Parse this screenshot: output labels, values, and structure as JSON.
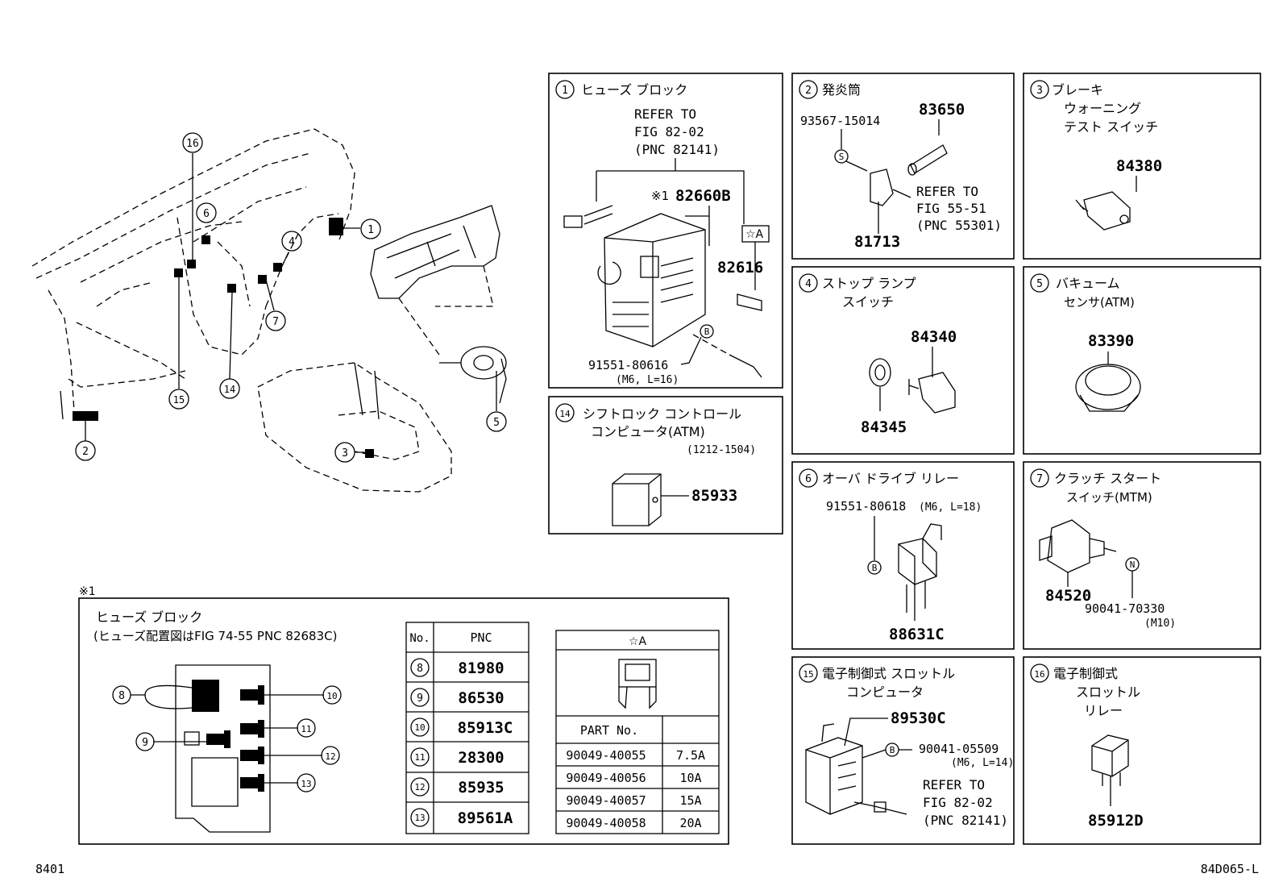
{
  "page": {
    "code_left": "8401",
    "code_right": "84D065-L"
  },
  "overview": {
    "callouts": [
      "16",
      "6",
      "4",
      "1",
      "7",
      "14",
      "15",
      "2",
      "3",
      "5"
    ]
  },
  "p1": {
    "num": "1",
    "title": "ヒューズ ブロック",
    "refer": [
      "REFER TO",
      "FIG 82-02",
      "(PNC 82141)"
    ],
    "note_mark": "※1",
    "pnc_main": "82660B",
    "star": "☆A",
    "pnc_fuse": "82616",
    "b_mark": "B",
    "bolt": "91551-80616",
    "bolt_spec": "(M6, L=16)"
  },
  "p2": {
    "num": "2",
    "title": "発炎筒",
    "bolt": "93567-15014",
    "s_mark": "S",
    "pnc_a": "83650",
    "refer": [
      "REFER TO",
      "FIG 55-51",
      "(PNC 55301)"
    ],
    "pnc_b": "81713"
  },
  "p3": {
    "num": "3",
    "title": [
      "ブレーキ",
      "ウォーニング",
      "テスト スイッチ"
    ],
    "pnc": "84380"
  },
  "p4": {
    "num": "4",
    "title": [
      "ストップ ランプ",
      "スイッチ"
    ],
    "pnc_a": "84340",
    "pnc_b": "84345"
  },
  "p5": {
    "num": "5",
    "title": [
      "バキューム",
      "センサ(ATM)"
    ],
    "pnc": "83390"
  },
  "p6": {
    "num": "6",
    "title": "オーバ ドライブ リレー",
    "bolt": "91551-80618",
    "bolt_spec": "(M6, L=18)",
    "b_mark": "B",
    "pnc": "88631C"
  },
  "p7": {
    "num": "7",
    "title": [
      "クラッチ スタート",
      "スイッチ(MTM)"
    ],
    "pnc": "84520",
    "n_mark": "N",
    "bolt": "90041-70330",
    "bolt_spec": "(M10)"
  },
  "p14": {
    "num": "14",
    "title": [
      "シフトロック コントロール",
      "コンピュータ(ATM)"
    ],
    "range": "(1212-1504)",
    "pnc": "85933"
  },
  "p15": {
    "num": "15",
    "title": [
      "電子制御式 スロットル",
      "コンピュータ"
    ],
    "pnc": "89530C",
    "b_mark": "B",
    "bolt": "90041-05509",
    "bolt_spec": "(M6, L=14)",
    "refer": [
      "REFER TO",
      "FIG 82-02",
      "(PNC 82141)"
    ]
  },
  "p16": {
    "num": "16",
    "title": [
      "電子制御式",
      "スロットル",
      "リレー"
    ],
    "pnc": "85912D"
  },
  "fuse_block": {
    "note_mark": "※1",
    "title": "ヒューズ ブロック",
    "subtitle": "(ヒューズ配置図はFIG 74-55 PNC 82683C)",
    "callouts": [
      "8",
      "9",
      "10",
      "11",
      "12",
      "13"
    ],
    "table_headers": [
      "No.",
      "PNC"
    ],
    "rows": [
      {
        "no": "8",
        "pnc": "81980"
      },
      {
        "no": "9",
        "pnc": "86530"
      },
      {
        "no": "10",
        "pnc": "85913C"
      },
      {
        "no": "11",
        "pnc": "28300"
      },
      {
        "no": "12",
        "pnc": "85935"
      },
      {
        "no": "13",
        "pnc": "89561A"
      }
    ],
    "star_title": "☆A",
    "part_header": "PART No.",
    "parts": [
      {
        "part": "90049-40055",
        "amp": "7.5A"
      },
      {
        "part": "90049-40056",
        "amp": "10A"
      },
      {
        "part": "90049-40057",
        "amp": "15A"
      },
      {
        "part": "90049-40058",
        "amp": "20A"
      }
    ]
  }
}
